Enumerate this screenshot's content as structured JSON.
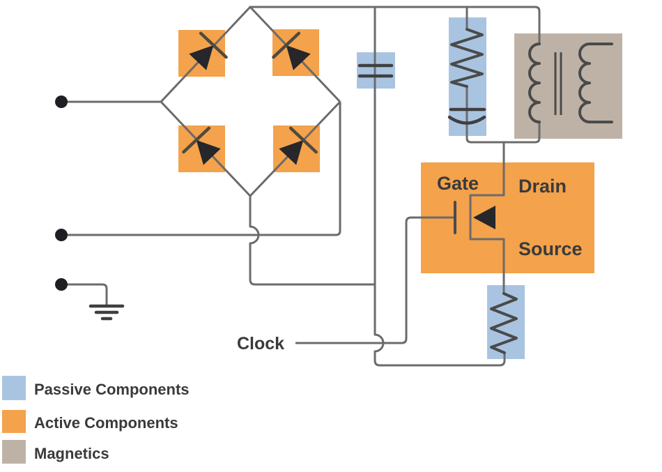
{
  "diagram": {
    "labels": {
      "clock": "Clock",
      "gate": "Gate",
      "drain": "Drain",
      "source": "Source"
    },
    "legend": {
      "items": [
        {
          "label": "Passive Components",
          "color": "#A9C4E1"
        },
        {
          "label": "Active Components",
          "color": "#F4A24B"
        },
        {
          "label": "Magnetics",
          "color": "#BEB2A6"
        }
      ]
    },
    "colors": {
      "passive": "#A9C4E1",
      "active": "#F4A24B",
      "magnetics": "#BEB2A6",
      "wire": "#6B6B6B",
      "symbol": "#3F3F3F",
      "diode_fill": "#26262B",
      "cathode_bar": "#4F4A3E",
      "ink": "#3A3A3A",
      "terminal": "#1F1F23",
      "background": "#FFFFFF"
    },
    "components": [
      "ac-input-terminals",
      "bridge-rectifier-diodes",
      "filter-capacitor",
      "rc-snubber-network",
      "transformer",
      "mosfet-switch",
      "source-resistor",
      "earth-ground",
      "clock-signal"
    ]
  }
}
